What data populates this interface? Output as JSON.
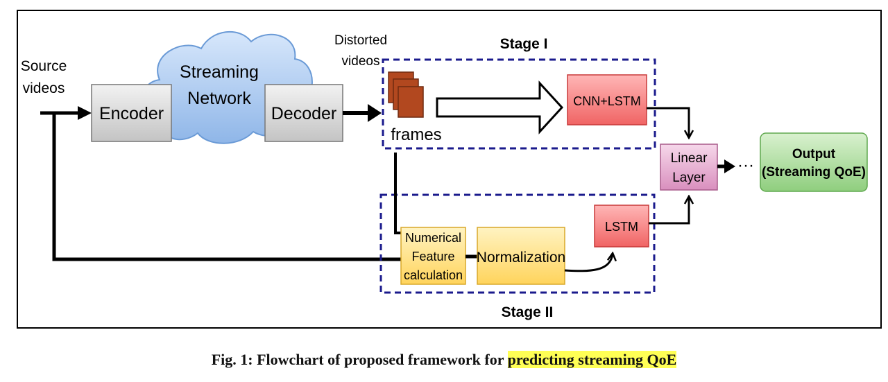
{
  "labels": {
    "source": [
      "Source",
      "videos"
    ],
    "distorted": [
      "Distorted",
      "videos"
    ],
    "stage1": "Stage I",
    "stage2": "Stage II",
    "frames": "frames",
    "encoder": "Encoder",
    "decoder": "Decoder",
    "network": [
      "Streaming",
      "Network"
    ],
    "cnn_lstm": "CNN+LSTM",
    "linear": [
      "Linear",
      "Layer"
    ],
    "output": [
      "Output",
      "(Streaming QoE)"
    ],
    "dots": "···",
    "lstm": "LSTM",
    "numerical": [
      "Numerical",
      "Feature",
      "calculation"
    ],
    "normalization": "Normalization"
  },
  "caption": {
    "prefix": "Fig. 1: Flowchart of proposed framework for",
    "highlight": "predicting streaming QoE"
  },
  "colors": {
    "gray_box": "#d0d0d0",
    "cloud": "#a8c8ef",
    "red_box": "#f47a7a",
    "pink_box": "#e2a8cc",
    "green_box": "#9ad48a",
    "yellow_box": "#ffe17a",
    "frame": "#b2481f",
    "stage_border": "#1a1a8c",
    "caption_highlight": "#ffff55"
  }
}
